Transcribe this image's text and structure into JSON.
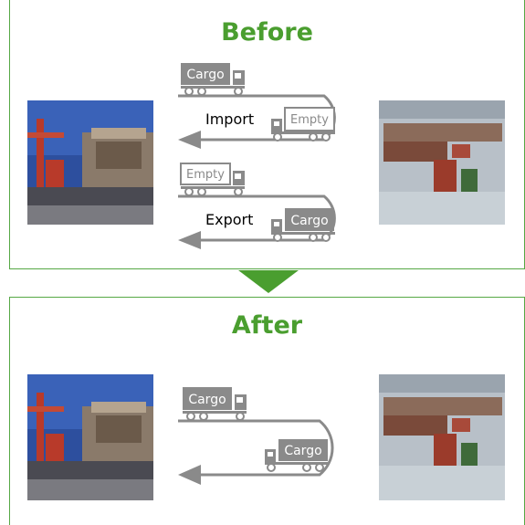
{
  "before": {
    "title": "Before",
    "import": {
      "label": "Import",
      "outbound_load": "Cargo",
      "return_load": "Empty"
    },
    "export": {
      "label": "Export",
      "outbound_load": "Empty",
      "return_load": "Cargo"
    }
  },
  "after": {
    "title": "After",
    "trip": {
      "outbound_load": "Cargo",
      "return_load": "Cargo"
    }
  },
  "colors": {
    "accent": "#4a9e2f",
    "border": "#56a845",
    "truck": "#8a8a8a"
  }
}
